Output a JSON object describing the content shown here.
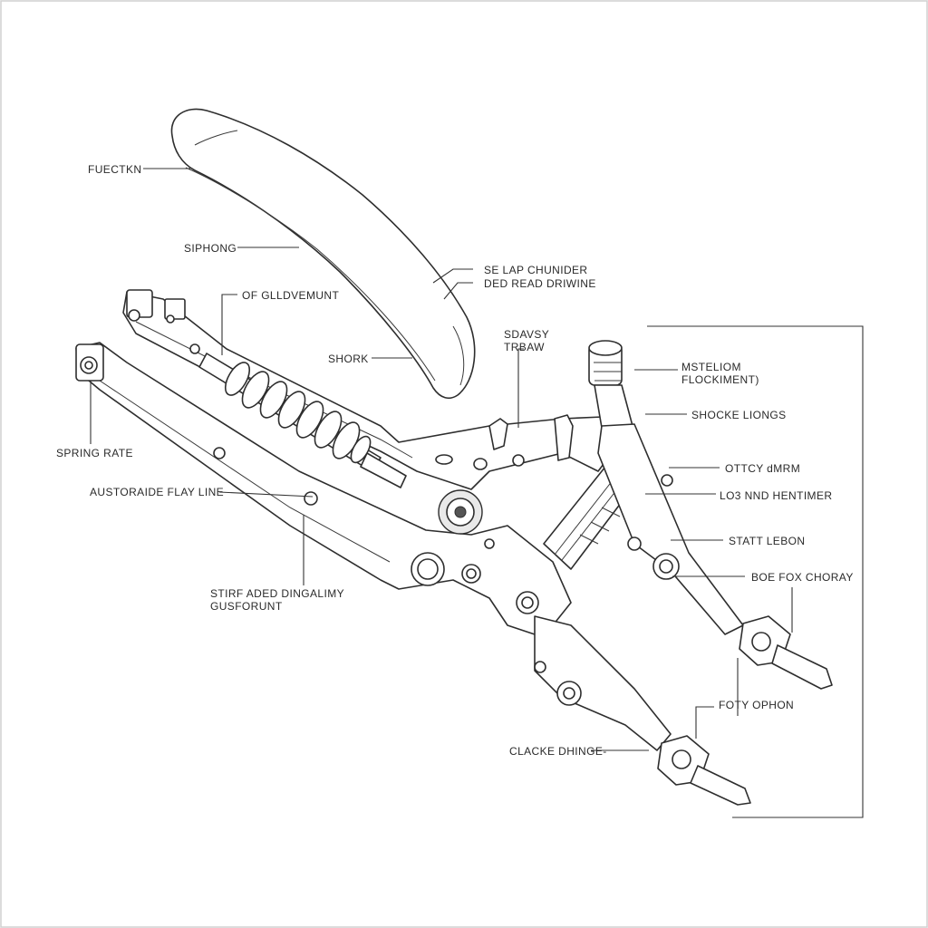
{
  "colors": {
    "background": "#ffffff",
    "ink": "#2e2e2e",
    "frame": "#d0d0d0"
  },
  "labels": {
    "fuection": "FUECTKN",
    "siphong": "SIPHONG",
    "of_glldvemunt": "OF GLLDVEMUNT",
    "se_lap": "SE LAP CHUNIDER",
    "ded_read": "DED READ DRIWINE",
    "sdavsy": "SDAVSY",
    "trbaw": "TRBAW",
    "shork": "SHORK",
    "mstelion": "MSTELIOM",
    "flockiment": "FLOCKIMENT)",
    "shocke_lions": "SHOCKE LIONGS",
    "spring_rate": "SPRING RATE",
    "ottcy": "OTTCY dMRM",
    "austoraide": "AUSTORAIDE FLAY LINE",
    "lo3_nnd": "LO3 NND HENTIMER",
    "statt_lebon": "STATT LEBON",
    "boe_fox": "BOE FOX CHORAY",
    "stirf_aded": "STIRF ADED DINGALIMY",
    "gusforunt": "GUSFORUNT",
    "foty_ophon": "FOTY OPHON",
    "clacke_dhinge": "CLACKE DHINGE-"
  }
}
